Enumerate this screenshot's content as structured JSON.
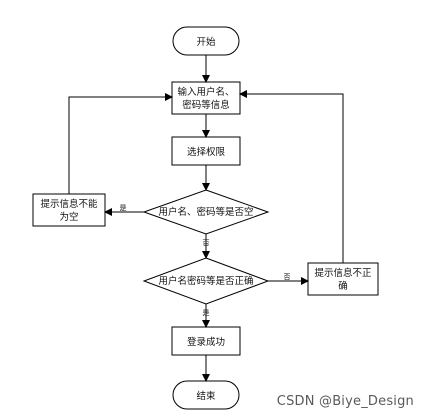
{
  "diagram": {
    "start": "开始",
    "input_line1": "输入用户名、",
    "input_line2": "密码等信息",
    "select_permission": "选择权限",
    "check_empty": "用户名、密码等是否空",
    "empty_error_line1": "提示信息不能",
    "empty_error_line2": "为空",
    "check_correct": "用户名密码等是否正确",
    "wrong_error_line1": "提示信息不正",
    "wrong_error_line2": "确",
    "login_success": "登录成功",
    "end": "结束",
    "label_yes_1": "是",
    "label_no_1": "否",
    "label_no_2": "否",
    "label_yes_2": "是"
  },
  "watermark": "CSDN @Biye_Design"
}
